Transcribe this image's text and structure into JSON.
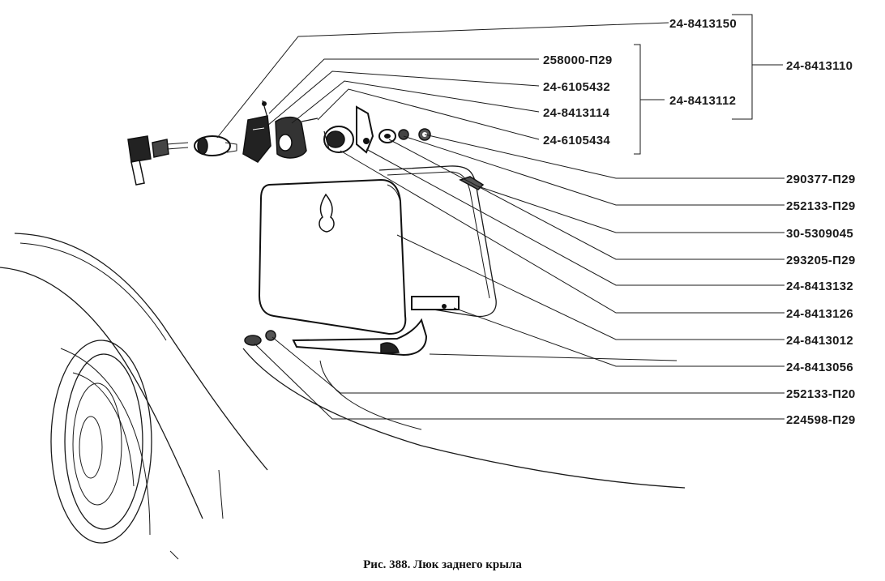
{
  "labels": {
    "p_24_8413150": "24-8413150",
    "p_24_8413110": "24-8413110",
    "p_258000_P29": "258000-П29",
    "p_24_6105432": "24-6105432",
    "p_24_8413112": "24-8413112",
    "p_24_8413114": "24-8413114",
    "p_24_6105434": "24-6105434",
    "p_290377_P29": "290377-П29",
    "p_252133_P29_a": "252133-П29",
    "p_30_5309045": "30-5309045",
    "p_293205_P29": "293205-П29",
    "p_24_8413132": "24-8413132",
    "p_24_8413126": "24-8413126",
    "p_24_8413012": "24-8413012",
    "p_24_8413056": "24-8413056",
    "p_252133_P29_b": "252133-П20",
    "p_224598_P29": "224598-П29"
  },
  "caption": "Рис. 388. Люк заднего крыла"
}
